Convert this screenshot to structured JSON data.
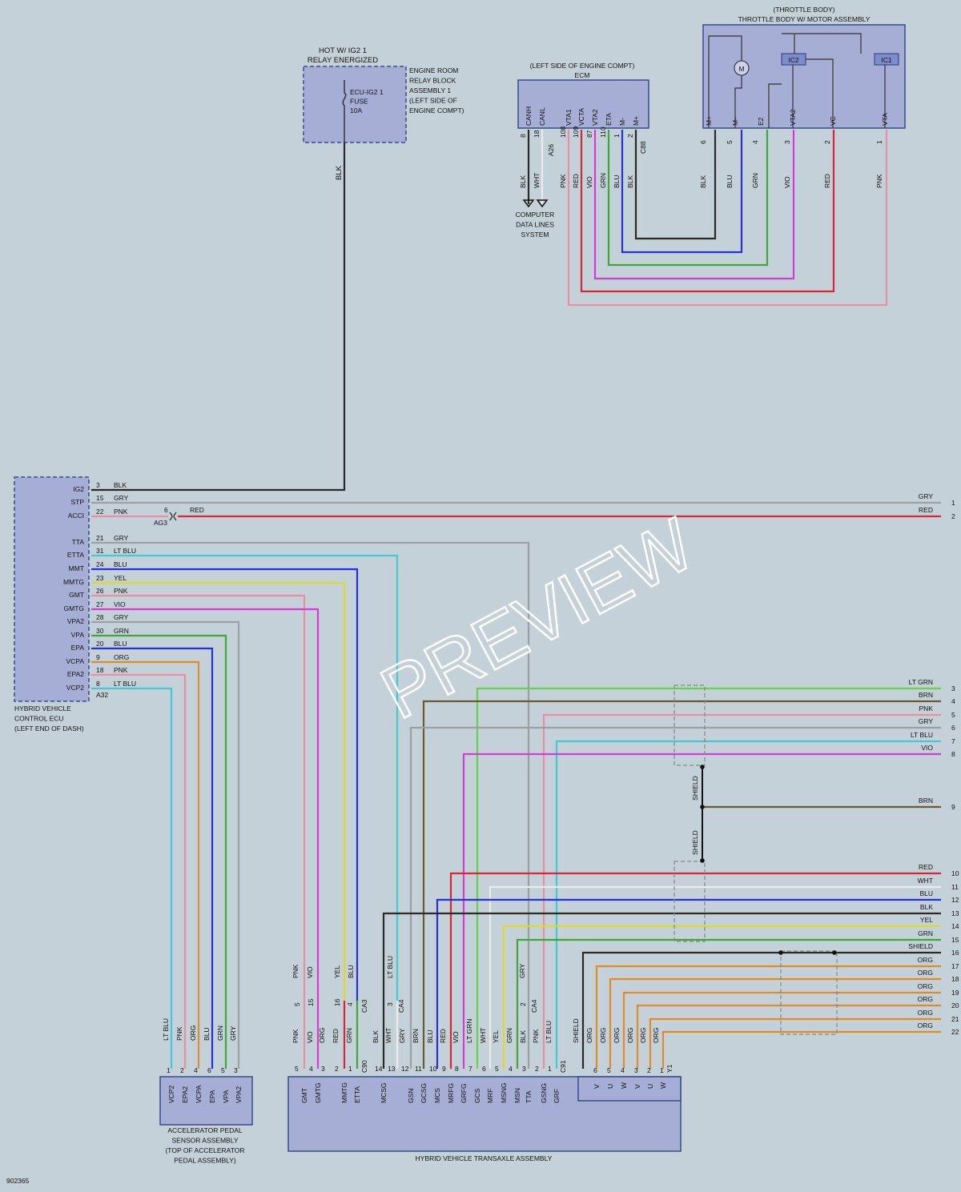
{
  "watermark": "PREVIEW",
  "figure_id": "902365",
  "colors": {
    "BLK": "#2a2a2a",
    "GRY": "#9aa0a4",
    "PNK": "#e98fa4",
    "RED": "#d6263a",
    "LT BLU": "#43c9d4",
    "BLU": "#2631d8",
    "YEL": "#e0d82a",
    "VIO": "#d43cd6",
    "GRN": "#3ea63a",
    "ORG": "#df8a2c",
    "WHT": "#e8ecee",
    "BRN": "#6b5a30",
    "LT GRN": "#66d14a"
  },
  "components": {
    "relay": {
      "title_1": "HOT W/ IG2 1",
      "title_2": "RELAY ENERGIZED",
      "side": [
        "ENGINE ROOM",
        "RELAY BLOCK",
        "ASSEMBLY 1",
        "(LEFT SIDE OF",
        "ENGINE COMPT)"
      ],
      "fuse": [
        "ECU-IG2 1",
        "FUSE",
        "10A"
      ]
    },
    "ecm": {
      "loc": "(LEFT SIDE OF ENGINE COMPT)",
      "name": "ECM",
      "pins": [
        "CANH",
        "CANL",
        "VTA1",
        "VCTA",
        "VTA2",
        "ETA",
        "M-",
        "M+"
      ],
      "pin_nums": [
        "8",
        "18",
        "108",
        "109",
        "87",
        "110",
        "1",
        "2"
      ],
      "conns": [
        "A26",
        "C88"
      ],
      "wires": [
        "BLK",
        "WHT",
        "PNK",
        "RED",
        "VIO",
        "GRN",
        "BLU",
        "BLK"
      ],
      "computer": [
        "COMPUTER",
        "DATA LINES",
        "SYSTEM"
      ]
    },
    "throttle": {
      "loc": "(THROTTLE BODY)",
      "name": "THROTTLE BODY W/ MOTOR ASSEMBLY",
      "pins": [
        "M+",
        "M-",
        "E2",
        "VTA2",
        "VC",
        "VTA"
      ],
      "pin_nums": [
        "6",
        "5",
        "4",
        "3",
        "2",
        "1"
      ],
      "wires": [
        "BLK",
        "BLU",
        "GRN",
        "VIO",
        "RED",
        "PNK"
      ],
      "ic1": "IC1",
      "ic2": "IC2",
      "motor": "M"
    },
    "hv_ecu": {
      "name": [
        "HYBRID VEHICLE",
        "CONTROL ECU",
        "(LEFT END OF DASH)"
      ],
      "pins": [
        "IG2",
        "STP",
        "ACCI",
        "TTA",
        "ETTA",
        "MMT",
        "MMTG",
        "GMT",
        "GMTG",
        "VPA2",
        "VPA",
        "EPA",
        "VCPA",
        "EPA2",
        "VCP2"
      ],
      "conn": "A32"
    },
    "pedal": {
      "name": [
        "ACCELERATOR PEDAL",
        "SENSOR ASSEMBLY",
        "(TOP OF ACCELERATOR",
        "PEDAL ASSEMBLY)"
      ],
      "pins": [
        "VCP2",
        "EPA2",
        "VCPA",
        "EPA",
        "VPA",
        "VPA2"
      ],
      "pin_nums": [
        "1",
        "2",
        "4",
        "6",
        "5",
        "3"
      ],
      "wires": [
        "LT BLU",
        "PNK",
        "ORG",
        "BLU",
        "GRN",
        "GRY"
      ]
    },
    "transaxle": {
      "name": "HYBRID VEHICLE TRANSAXLE ASSEMBLY",
      "pins": [
        "GMT",
        "GMTG",
        "MMTG",
        "ETTA",
        "MCSG",
        "GSN",
        "GCSG",
        "MCS",
        "MRFG",
        "GRFG",
        "GCS",
        "MRF",
        "MSNG",
        "MSN",
        "TTA",
        "GSNG",
        "GRF"
      ],
      "pin_nums": [
        "5",
        "4",
        "3",
        "2",
        "1",
        "14",
        "13",
        "12",
        "11",
        "10",
        "9",
        "8",
        "7",
        "6",
        "5",
        "4",
        "3",
        "2",
        "1"
      ],
      "wires": [
        "PNK",
        "VIO",
        "ORG",
        "RED",
        "GRN",
        "BLK",
        "WHT",
        "GRY",
        "BRN",
        "BLU",
        "RED",
        "VIO",
        "LT GRN",
        "WHT",
        "YEL",
        "GRN",
        "BLK",
        "PNK",
        "LT BLU"
      ],
      "conns": [
        "C90",
        "C91",
        "Y1"
      ],
      "right_pins": [
        "V",
        "U",
        "W",
        "V",
        "U",
        "W"
      ],
      "right_nums": [
        "6",
        "5",
        "4",
        "3",
        "2",
        "1"
      ],
      "right_wires": [
        "SHIELD",
        "ORG",
        "ORG",
        "ORG",
        "ORG",
        "ORG",
        "ORG"
      ]
    }
  },
  "hv_wires": [
    {
      "pin": "3",
      "color": "BLK"
    },
    {
      "pin": "15",
      "color": "GRY"
    },
    {
      "pin": "22",
      "color": "PNK"
    },
    {
      "pin": "21",
      "color": "GRY"
    },
    {
      "pin": "31",
      "color": "LT BLU"
    },
    {
      "pin": "24",
      "color": "BLU"
    },
    {
      "pin": "23",
      "color": "YEL"
    },
    {
      "pin": "26",
      "color": "PNK"
    },
    {
      "pin": "27",
      "color": "VIO"
    },
    {
      "pin": "28",
      "color": "GRY"
    },
    {
      "pin": "30",
      "color": "GRN"
    },
    {
      "pin": "20",
      "color": "BLU"
    },
    {
      "pin": "9",
      "color": "ORG"
    },
    {
      "pin": "18",
      "color": "PNK"
    },
    {
      "pin": "8",
      "color": "LT BLU"
    }
  ],
  "ag3": {
    "name": "AG3",
    "pin": "6",
    "color": "RED"
  },
  "inline": {
    "c3": "CA3",
    "c4a": "CA4",
    "c4b": "CA4",
    "p5": "5",
    "p15": "15",
    "p16": "16",
    "p4": "4",
    "p3": "3",
    "p2": "2",
    "w_pnk": "PNK",
    "w_vio": "VIO",
    "w_yel": "YEL",
    "w_blu": "BLU",
    "w_ltblu": "LT BLU",
    "w_gry": "GRY"
  },
  "right_edge": [
    {
      "num": "1",
      "color": "GRY"
    },
    {
      "num": "2",
      "color": "RED"
    },
    {
      "num": "3",
      "color": "LT GRN"
    },
    {
      "num": "4",
      "color": "BRN"
    },
    {
      "num": "5",
      "color": "PNK"
    },
    {
      "num": "6",
      "color": "GRY"
    },
    {
      "num": "7",
      "color": "LT BLU"
    },
    {
      "num": "8",
      "color": "VIO"
    },
    {
      "num": "9",
      "color": "BRN"
    },
    {
      "num": "10",
      "color": "RED"
    },
    {
      "num": "11",
      "color": "WHT"
    },
    {
      "num": "12",
      "color": "BLU"
    },
    {
      "num": "13",
      "color": "BLK"
    },
    {
      "num": "14",
      "color": "YEL"
    },
    {
      "num": "15",
      "color": "GRN"
    },
    {
      "num": "16",
      "color": "SHIELD"
    },
    {
      "num": "17",
      "color": "ORG"
    },
    {
      "num": "18",
      "color": "ORG"
    },
    {
      "num": "19",
      "color": "ORG"
    },
    {
      "num": "20",
      "color": "ORG"
    },
    {
      "num": "21",
      "color": "ORG"
    },
    {
      "num": "22",
      "color": "ORG"
    }
  ],
  "shield_labels": [
    "SHIELD",
    "SHIELD"
  ]
}
